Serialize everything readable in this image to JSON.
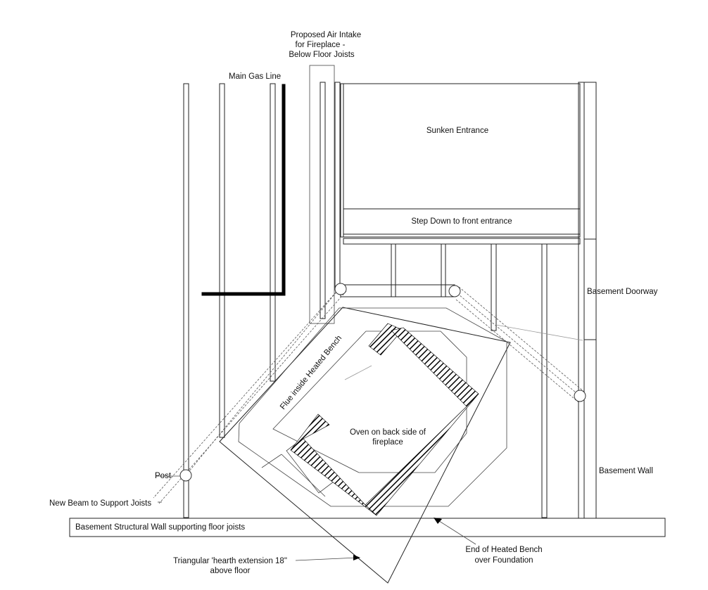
{
  "labels": {
    "air_intake_1": "Proposed Air Intake",
    "air_intake_2": "for Fireplace -",
    "air_intake_3": "Below Floor Joists",
    "gas_line": "Main Gas Line",
    "sunken_entrance": "Sunken Entrance",
    "step_down": "Step Down to front entrance",
    "basement_doorway": "Basement Doorway",
    "flue": "Flue inside Heated Bench",
    "oven_1": "Oven on back side of",
    "oven_2": "fireplace",
    "post": "Post",
    "basement_wall": "Basement Wall",
    "new_beam": "New Beam to Support Joists",
    "structural_wall": "Basement Structural Wall supporting floor joists",
    "end_bench_1": "End of Heated Bench",
    "end_bench_2": "over Foundation",
    "hearth_1": "Triangular 'hearth extension 18\"",
    "hearth_2": "above floor"
  }
}
